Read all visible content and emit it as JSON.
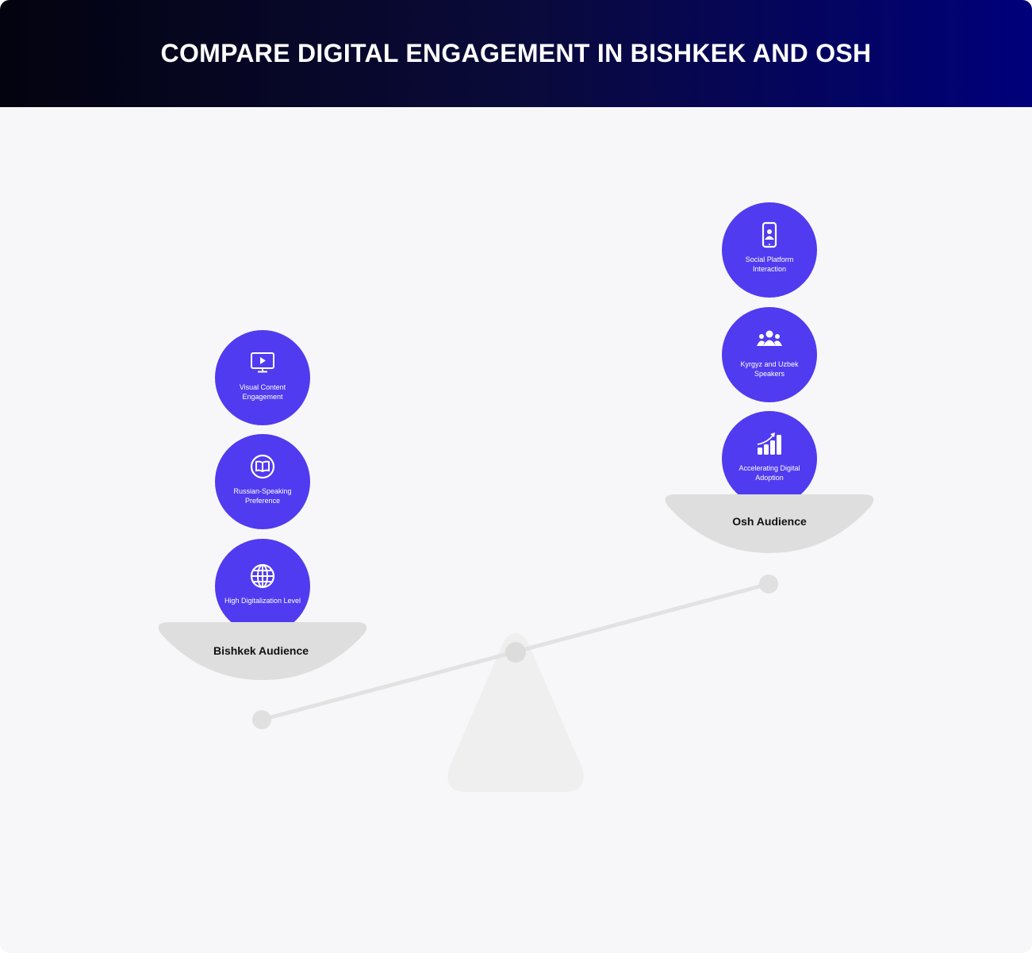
{
  "title": "COMPARE DIGITAL ENGAGEMENT IN BISHKEK AND OSH",
  "colors": {
    "accent": "#503BF0",
    "pan": "#dedede",
    "beam": "#e2e2e2",
    "fulcrum": "#efefef"
  },
  "left": {
    "label": "Bishkek Audience",
    "items": [
      {
        "icon": "video-monitor-icon",
        "label": "Visual Content Engagement"
      },
      {
        "icon": "book-icon",
        "label": "Russian-Speaking Preference"
      },
      {
        "icon": "globe-icon",
        "label": "High Digitalization Level"
      }
    ]
  },
  "right": {
    "label": "Osh Audience",
    "items": [
      {
        "icon": "smartphone-user-icon",
        "label": "Social Platform Interaction"
      },
      {
        "icon": "group-icon",
        "label": "Kyrgyz and Uzbek Speakers"
      },
      {
        "icon": "growth-chart-icon",
        "label": "Accelerating Digital Adoption"
      }
    ]
  }
}
